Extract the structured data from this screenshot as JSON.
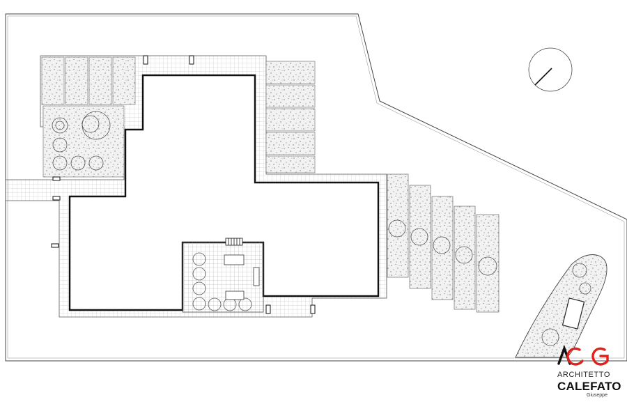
{
  "logo": {
    "mark_letters": "ACG",
    "line1": "ARCHITETTO",
    "line2": "CALEFATO",
    "line3": "Giuseppe",
    "mark_color": "#e0201b",
    "text_color": "#111111"
  },
  "colors": {
    "line": "#333333",
    "wall": "#111111",
    "paving_grid": "#bdbdbd",
    "gravel": "#eeeeee",
    "background": "#ffffff"
  },
  "icons": {
    "north_arrow": "north-arrow-icon",
    "tree": "tree-symbol-icon",
    "stair": "stair-icon"
  }
}
